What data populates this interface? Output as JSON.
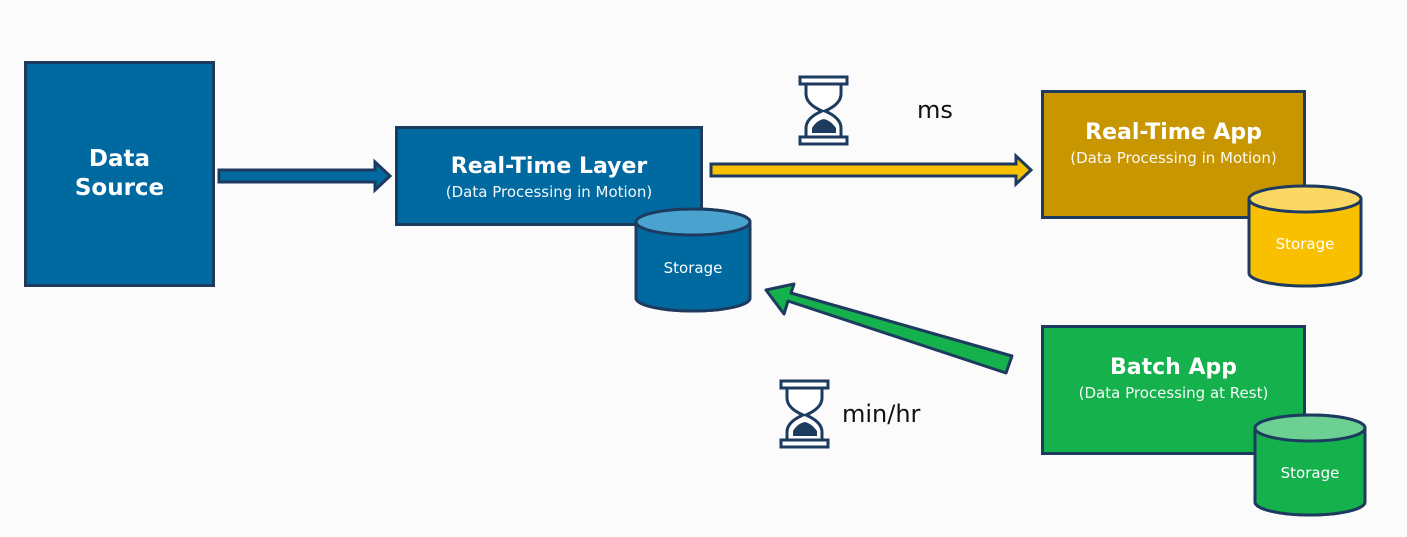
{
  "data_source": {
    "title": "Data Source"
  },
  "realtime_layer": {
    "title": "Real-Time Layer",
    "subtitle": "(Data Processing in Motion)",
    "storage": "Storage"
  },
  "realtime_app": {
    "title": "Real-Time App",
    "subtitle": "(Data Processing in Motion)",
    "storage": "Storage"
  },
  "batch_app": {
    "title": "Batch App",
    "subtitle": "(Data Processing at Rest)",
    "storage": "Storage"
  },
  "latency": {
    "fast": "ms",
    "slow": "min/hr"
  },
  "icons": [
    "hourglass-icon",
    "hourglass-icon"
  ],
  "colors": {
    "blue": "#006aa0",
    "gold": "#c89600",
    "yellow": "#f8c000",
    "green": "#14b14c",
    "outline": "#1d3a5f"
  }
}
